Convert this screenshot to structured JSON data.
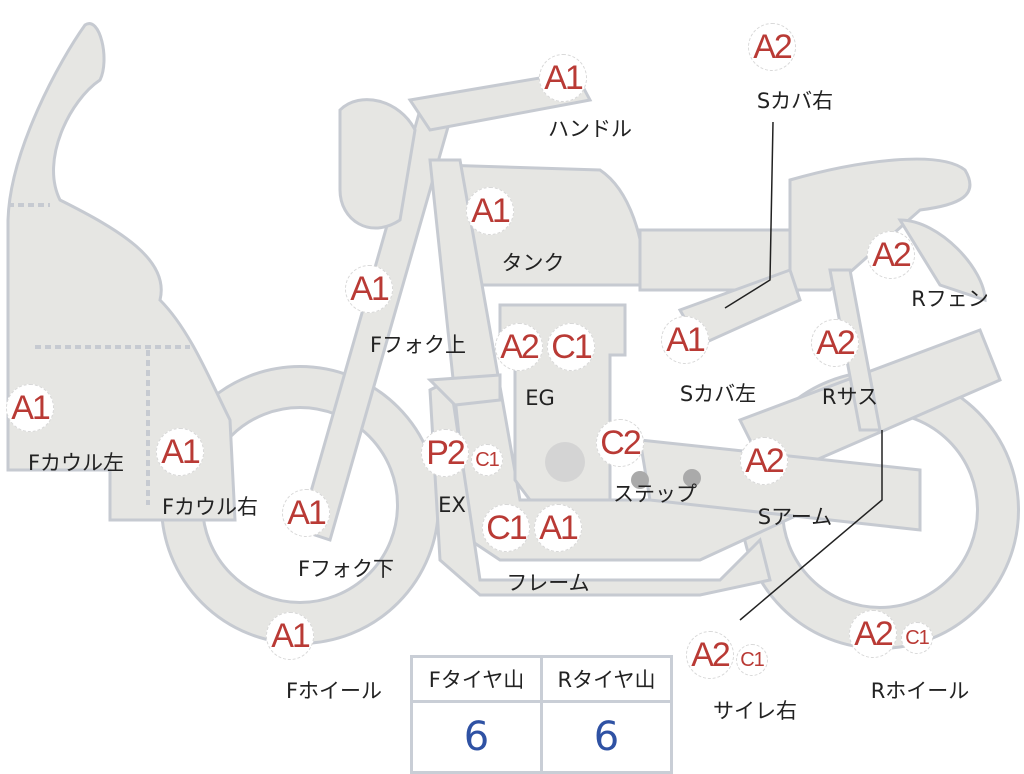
{
  "parts": [
    {
      "name": "handle",
      "grades": [
        "A1"
      ],
      "label": "ハンドル"
    },
    {
      "name": "s-cover-right",
      "grades": [
        "A2"
      ],
      "label": "Sカバ右"
    },
    {
      "name": "tank",
      "grades": [
        "A1"
      ],
      "label": "タンク"
    },
    {
      "name": "f-fork-upper",
      "grades": [
        "A1"
      ],
      "label": "Fフォク上"
    },
    {
      "name": "engine",
      "grades": [
        "A2",
        "C1"
      ],
      "label": "EG"
    },
    {
      "name": "s-cover-left",
      "grades": [
        "A1"
      ],
      "label": "Sカバ左"
    },
    {
      "name": "r-suspension",
      "grades": [
        "A2"
      ],
      "label": "Rサス"
    },
    {
      "name": "r-fender",
      "grades": [
        "A2"
      ],
      "label": "Rフェン"
    },
    {
      "name": "f-cowl-left",
      "grades": [
        "A1"
      ],
      "label": "Fカウル左"
    },
    {
      "name": "f-cowl-right",
      "grades": [
        "A1"
      ],
      "label": "Fカウル右"
    },
    {
      "name": "exhaust",
      "grades": [
        "P2",
        "C1"
      ],
      "label": "EX"
    },
    {
      "name": "step",
      "grades": [
        "C2"
      ],
      "label": "ステップ"
    },
    {
      "name": "swing-arm",
      "grades": [
        "A2"
      ],
      "label": "Sアーム"
    },
    {
      "name": "f-fork-lower",
      "grades": [
        "A1"
      ],
      "label": "Fフォク下"
    },
    {
      "name": "frame",
      "grades": [
        "C1",
        "A1"
      ],
      "label": "フレーム"
    },
    {
      "name": "f-wheel",
      "grades": [
        "A1"
      ],
      "label": "Fホイール"
    },
    {
      "name": "silencer-right",
      "grades": [
        "A2",
        "C1"
      ],
      "label": "サイレ右"
    },
    {
      "name": "r-wheel",
      "grades": [
        "A2",
        "C1"
      ],
      "label": "Rホイール"
    }
  ],
  "tire_table": {
    "headers": [
      "Fタイヤ山",
      "Rタイヤ山"
    ],
    "values": [
      "6",
      "6"
    ]
  },
  "colors": {
    "grade": "#b93a35",
    "value": "#2f52a4",
    "part_fill": "#e6e6e3",
    "part_stroke": "#c6cad1"
  }
}
